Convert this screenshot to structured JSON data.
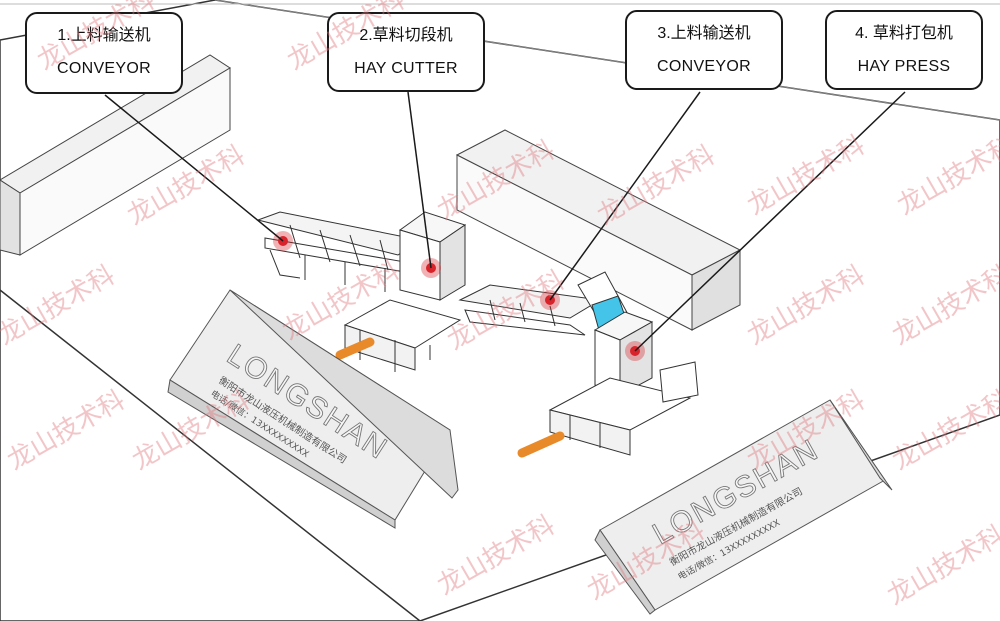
{
  "callouts": [
    {
      "id": "c1",
      "zh": "1.上料输送机",
      "en": "CONVEYOR"
    },
    {
      "id": "c2",
      "zh": "2.草料切段机",
      "en": "HAY CUTTER"
    },
    {
      "id": "c3",
      "zh": "3.上料输送机",
      "en": "CONVEYOR"
    },
    {
      "id": "c4",
      "zh": "4. 草料打包机",
      "en": "HAY PRESS"
    }
  ],
  "signs": [
    {
      "brand": "LONGSHAN",
      "company": "衡阳市龙山液压机械制造有限公司",
      "phone": "电话/微信：13XXXXXXXXX"
    },
    {
      "brand": "LONGSHAN",
      "company": "衡阳市龙山液压机械制造有限公司",
      "phone": "电话/微信：13XXXXXXXXX"
    }
  ],
  "watermark": "龙山技术科",
  "colors": {
    "line": "#2a2a2a",
    "panel_fill": "#ececec",
    "marker": "#d8232a",
    "cylinder": "#e8892a",
    "hopper_blue": "#44c4e8",
    "watermark": "#e1787d"
  }
}
